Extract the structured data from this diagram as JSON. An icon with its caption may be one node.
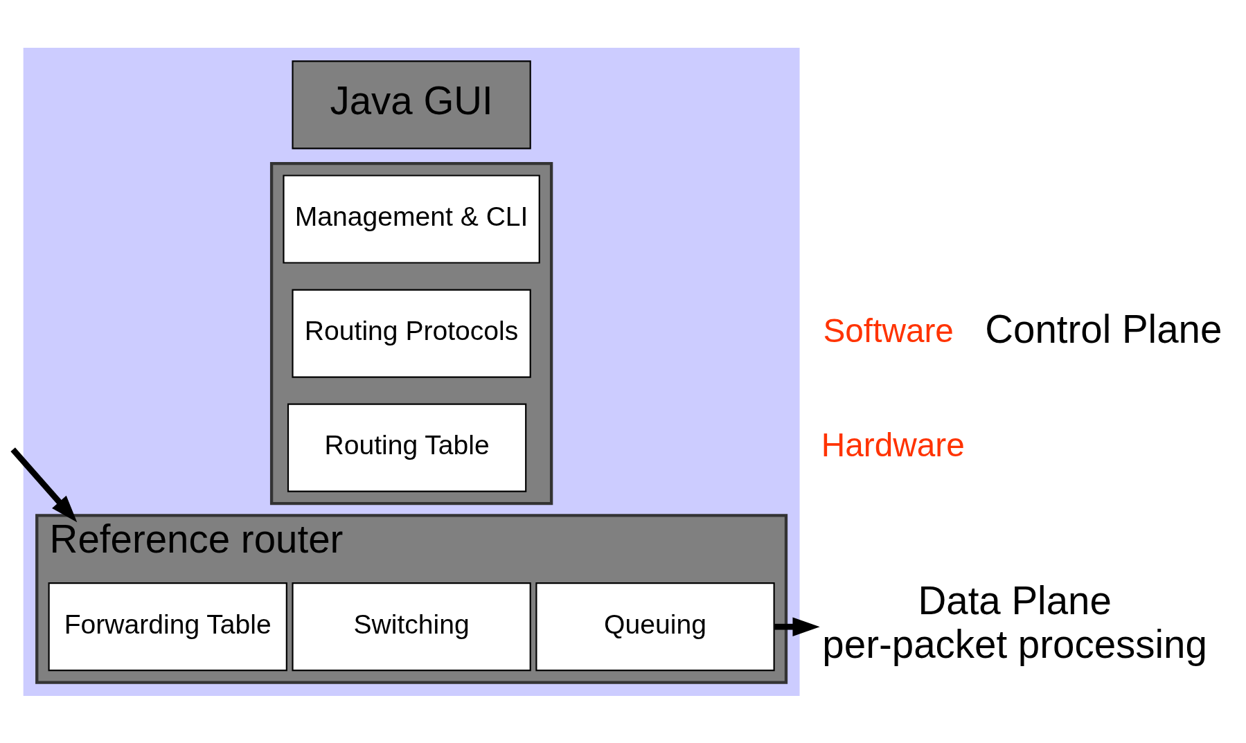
{
  "diagram": {
    "nodes": [
      {
        "text": [],
        "shape": "box"
      },
      {
        "text": [
          "Java GUI"
        ],
        "in": 0
      },
      {
        "text": [],
        "shape": "box",
        "in": 0
      },
      {
        "text": [
          "Management & CLI"
        ],
        "in": 2
      },
      {
        "text": [
          "Routing Protocols"
        ],
        "in": 2
      },
      {
        "text": [
          "Routing Table"
        ],
        "in": 2
      },
      {
        "text": [
          "Reference router"
        ],
        "in": 0
      },
      {
        "text": [
          "Forwarding Table"
        ],
        "in": 6
      },
      {
        "text": [
          "Switching"
        ],
        "in": 6
      },
      {
        "text": [
          "Queuing"
        ],
        "in": 6
      },
      {
        "text": [
          "Data Plane",
          "per-packet processing"
        ]
      }
    ],
    "edges": [
      {
        "from": null,
        "to": 6,
        "arrow": "to"
      },
      {
        "from": 6,
        "to": 10,
        "arrow": "to"
      }
    ],
    "labels": [
      "Software",
      "Control Plane",
      "Hardware"
    ]
  }
}
